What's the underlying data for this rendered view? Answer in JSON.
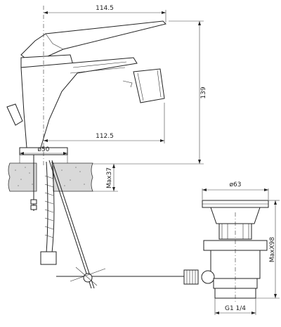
{
  "dimensions": {
    "spout_reach": "114.5",
    "base_to_nozzle": "112.5",
    "total_height": "139",
    "base_diameter": "ø50",
    "max_thickness": "Max37",
    "waste_top_diameter": "ø63",
    "waste_max_height": "MaxX98",
    "waste_thread": "G1 1/4"
  },
  "icons": {
    "arrow": "dimension-arrow",
    "stone": "mounting-surface-hatch"
  }
}
